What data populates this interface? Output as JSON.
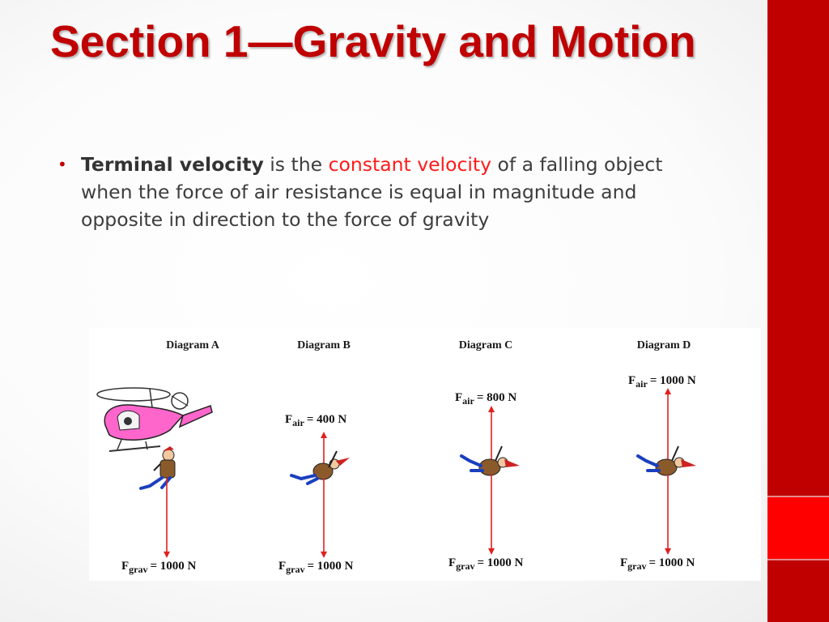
{
  "slide": {
    "title": "Section 1—Gravity and Motion",
    "bullets": [
      {
        "term": "Terminal velocity",
        "text_before_highlight": " is the ",
        "highlight": "constant velocity",
        "text_after_highlight": " of a falling object when the force of air resistance is equal in magnitude and opposite in direction to the force of gravity"
      }
    ]
  },
  "diagrams": [
    {
      "caption": "Diagram A",
      "f_air": "",
      "f_grav": "= 1000 N",
      "air_magnitude_N": 0,
      "grav_magnitude_N": 1000
    },
    {
      "caption": "Diagram B",
      "f_air": "= 400 N",
      "f_grav": "= 1000 N",
      "air_magnitude_N": 400,
      "grav_magnitude_N": 1000
    },
    {
      "caption": "Diagram C",
      "f_air": "= 800 N",
      "f_grav": "= 1000 N",
      "air_magnitude_N": 800,
      "grav_magnitude_N": 1000
    },
    {
      "caption": "Diagram D",
      "f_air": "= 1000 N",
      "f_grav": "= 1000 N",
      "air_magnitude_N": 1000,
      "grav_magnitude_N": 1000
    }
  ],
  "force_symbols": {
    "main": "F",
    "air_sub": "air",
    "grav_sub": "grav"
  },
  "colors": {
    "accent": "#c00000",
    "accent_bright": "#ff0000",
    "highlight": "#ff1a1a",
    "arrow": "#e02020",
    "helicopter": "#ff66cc"
  }
}
